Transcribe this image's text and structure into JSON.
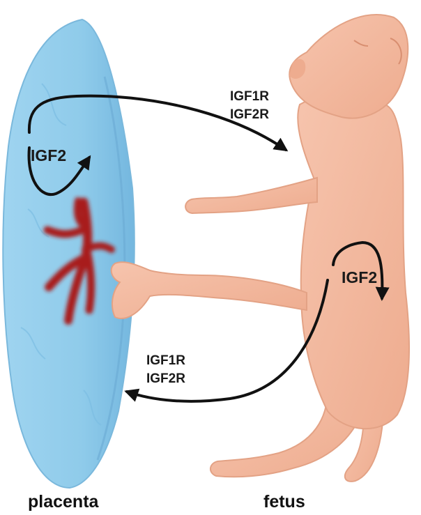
{
  "labels": {
    "top_receptor_1": "IGF1R",
    "top_receptor_2": "IGF2R",
    "placenta_ligand": "IGF2",
    "fetus_ligand": "IGF2",
    "bottom_receptor_1": "IGF1R",
    "bottom_receptor_2": "IGF2R",
    "placenta_caption": "placenta",
    "fetus_caption": "fetus"
  },
  "colors": {
    "placenta": "#8fcbea",
    "placenta_shade": "#6fb3dc",
    "vessels": "#a81d1f",
    "fetus": "#f3b9a0",
    "fetus_shade": "#e3a285",
    "arrows": "#111111"
  },
  "icons": {
    "placenta": "placenta-illustration",
    "fetus": "fetus-illustration",
    "vessels": "blood-vessel-branches"
  }
}
